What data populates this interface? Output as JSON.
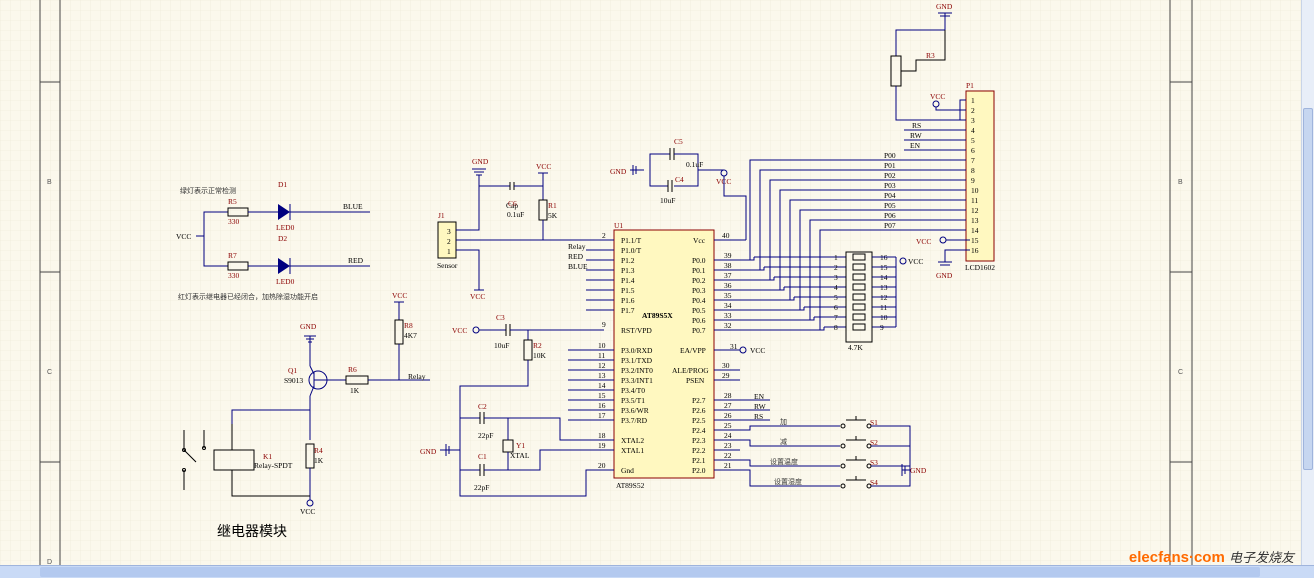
{
  "zone_labels": {
    "b": "B",
    "c": "C",
    "d": "D"
  },
  "module_title": "继电器模块",
  "led_section": {
    "note_green": "绿灯表示正常检测",
    "note_red": "红灯表示继电器已经闭合，加热除湿功能开启",
    "r5": "R5",
    "r5_val": "330",
    "r7": "R7",
    "r7_val": "330",
    "d1": "D1",
    "d1_val": "LED0",
    "d2": "D2",
    "d2_val": "LED0",
    "vcc": "VCC",
    "blue": "BLUE",
    "red": "RED"
  },
  "relay_section": {
    "gnd": "GND",
    "q1": "Q1",
    "q1_val": "S9013",
    "r6": "R6",
    "r6_val": "1K",
    "r8": "R8",
    "r8_val": "4K7",
    "vcc": "VCC",
    "relay": "Relay",
    "k1": "K1",
    "k1_val": "Relay-SPDT",
    "r4": "R4",
    "r4_val": "1K",
    "vcc2": "VCC"
  },
  "sensor_section": {
    "gnd": "GND",
    "vcc": "VCC",
    "j1": "J1",
    "j1_val": "Sensor",
    "c6": "C6",
    "c6_a": "Cap",
    "c6_b": "0.1uF",
    "r1": "R1",
    "r1_val": "5K",
    "gnd2": "VCC",
    "pins": [
      "3",
      "2",
      "1"
    ]
  },
  "power_section": {
    "c5": "C5",
    "c5_val": "0.1uF",
    "c4": "C4",
    "c4_val": "10uF",
    "gnd": "GND",
    "vcc": "VCC"
  },
  "reset_section": {
    "vcc": "VCC",
    "c3": "C3",
    "c3_val": "10uF",
    "r2": "R2",
    "r2_val": "10K"
  },
  "crystal_section": {
    "gnd": "GND",
    "c2": "C2",
    "c2_val": "22pF",
    "c1": "C1",
    "c1_val": "22pF",
    "y1": "Y1",
    "y1_val": "XTAL"
  },
  "mcu": {
    "ref": "U1",
    "name": "AT89S5X",
    "part": "AT89S52",
    "left_pins": [
      {
        "num": "2",
        "name": "P1.1/T"
      },
      {
        "num": "",
        "name": "P1.0/T"
      },
      {
        "num": "",
        "name": "P1.2"
      },
      {
        "num": "",
        "name": "P1.3"
      },
      {
        "num": "",
        "name": "P1.4"
      },
      {
        "num": "",
        "name": "P1.5"
      },
      {
        "num": "",
        "name": "P1.6"
      },
      {
        "num": "",
        "name": "P1.7"
      }
    ],
    "left_nets": [
      "Relay",
      "RED",
      "BLUE"
    ],
    "rst": {
      "num": "9",
      "name": "RST/VPD"
    },
    "p3": [
      {
        "num": "10",
        "name": "P3.0/RXD"
      },
      {
        "num": "11",
        "name": "P3.1/TXD"
      },
      {
        "num": "12",
        "name": "P3.2/INT0"
      },
      {
        "num": "13",
        "name": "P3.3/INT1"
      },
      {
        "num": "14",
        "name": "P3.4/T0"
      },
      {
        "num": "15",
        "name": "P3.5/T1"
      },
      {
        "num": "16",
        "name": "P3.6/WR"
      },
      {
        "num": "17",
        "name": "P3.7/RD"
      }
    ],
    "xtal2": {
      "num": "18",
      "name": "XTAL2"
    },
    "xtal1": {
      "num": "19",
      "name": "XTAL1"
    },
    "gnd": {
      "num": "20",
      "name": "Gnd"
    },
    "vcc": {
      "num": "40",
      "name": "Vcc"
    },
    "p0": [
      {
        "num": "39",
        "name": "P0.0"
      },
      {
        "num": "38",
        "name": "P0.1"
      },
      {
        "num": "37",
        "name": "P0.2"
      },
      {
        "num": "36",
        "name": "P0.3"
      },
      {
        "num": "35",
        "name": "P0.4"
      },
      {
        "num": "34",
        "name": "P0.5"
      },
      {
        "num": "33",
        "name": "P0.6"
      },
      {
        "num": "32",
        "name": "P0.7"
      }
    ],
    "ea": {
      "num": "31",
      "name": "EA/VPP"
    },
    "ale": {
      "num": "30",
      "name": "ALE/PROG"
    },
    "psen": {
      "num": "29",
      "name": "PSEN"
    },
    "p2": [
      {
        "num": "28",
        "name": "P2.7"
      },
      {
        "num": "27",
        "name": "P2.6"
      },
      {
        "num": "26",
        "name": "P2.5"
      },
      {
        "num": "25",
        "name": "P2.4"
      },
      {
        "num": "24",
        "name": "P2.3"
      },
      {
        "num": "23",
        "name": "P2.2"
      },
      {
        "num": "22",
        "name": "P2.1"
      },
      {
        "num": "21",
        "name": "P2.0"
      }
    ],
    "p2_nets": [
      "EN",
      "RW",
      "RS"
    ],
    "ea_vcc": "VCC"
  },
  "lcd": {
    "ref": "P1",
    "part": "LCD1602",
    "gnd_top": "GND",
    "r3": "R3",
    "vcc": "VCC",
    "pins": [
      "1",
      "2",
      "3",
      "4",
      "5",
      "6",
      "7",
      "8",
      "9",
      "10",
      "11",
      "12",
      "13",
      "14",
      "15",
      "16"
    ],
    "nets": [
      "RS",
      "RW",
      "EN"
    ],
    "data_nets": [
      "P00",
      "P01",
      "P02",
      "P03",
      "P04",
      "P05",
      "P06",
      "P07"
    ],
    "vcc15": "VCC",
    "gnd16": "GND"
  },
  "rpack": {
    "val": "4.7K",
    "vcc": "VCC",
    "left": [
      "1",
      "2",
      "3",
      "4",
      "5",
      "6",
      "7",
      "8"
    ],
    "right": [
      "16",
      "15",
      "14",
      "13",
      "12",
      "11",
      "10",
      "9"
    ]
  },
  "buttons": {
    "labels": [
      "加",
      "减",
      "设置温度",
      "设置湿度"
    ],
    "refs": [
      "S1",
      "S2",
      "S3",
      "S4"
    ],
    "gnd": "GND"
  },
  "watermark": {
    "brand": "elecfans",
    "dot": "·",
    "com": "com",
    "cn": "电子发烧友"
  }
}
